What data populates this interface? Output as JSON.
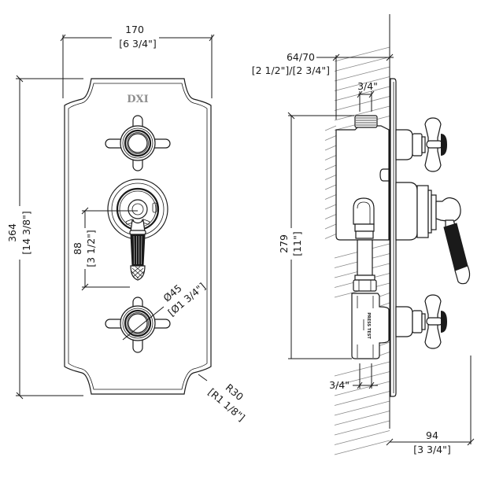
{
  "drawing": {
    "title": "Thermostatic shower valve with two stop valves - technical drawing",
    "colors": {
      "line": "#1a1a1a",
      "hatch": "#8a8a8a",
      "logo": "#8f8f8f",
      "background": "#ffffff"
    },
    "front_view": {
      "logo_text": "DXI",
      "dimensions": {
        "width": {
          "metric": "170",
          "imperial": "[6 3/4\"]"
        },
        "height": {
          "metric": "364",
          "imperial": "[14 3/8\"]"
        },
        "handle_spacing": {
          "metric": "88",
          "imperial": "[3 1/2\"]"
        },
        "rosette_diameter": {
          "metric": "Ø45",
          "imperial": "[Ø1 3/4\"]"
        },
        "corner_radius": {
          "metric": "R30",
          "imperial": "[R1 1/8\"]"
        }
      },
      "components": [
        "top-cross-handle",
        "thermostatic-lever-handle",
        "bottom-cross-handle",
        "back-plate"
      ]
    },
    "side_view": {
      "valve_marking": "PRESS TEST",
      "dimensions": {
        "wall_depth": {
          "metric": "64/70",
          "imperial": "[2 1/2\"]/[2 3/4\"]"
        },
        "top_connection": {
          "imperial": "3/4\""
        },
        "body_height": {
          "metric": "279",
          "imperial": "[11\"]"
        },
        "bottom_connection": {
          "imperial": "3/4\""
        },
        "projection": {
          "metric": "94",
          "imperial": "[3 3/4\"]"
        }
      },
      "components": [
        "wall-section",
        "valve-body",
        "top-outlet-thread",
        "bottom-inlet",
        "cross-handle-top",
        "lever-handle",
        "cross-handle-bottom",
        "cover-plate"
      ]
    }
  }
}
